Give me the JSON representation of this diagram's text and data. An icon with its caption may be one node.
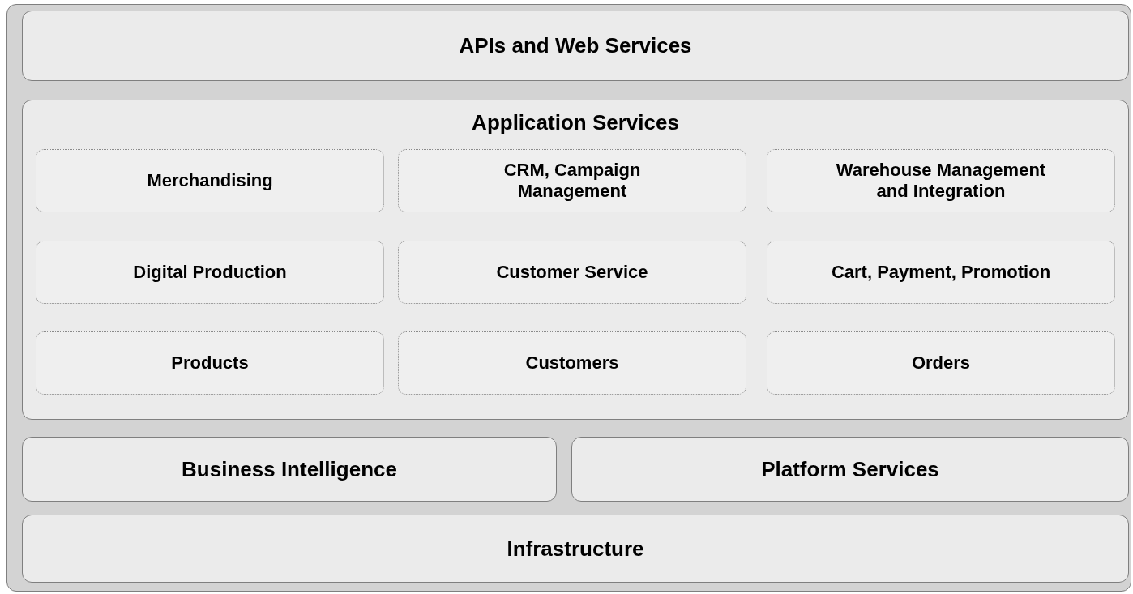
{
  "diagram": {
    "nodes": [
      {
        "text": [],
        "shape": "box"
      },
      {
        "text": [
          "APIs and Web Services"
        ],
        "in": 0
      },
      {
        "text": [
          "Application Services"
        ],
        "in": 0
      },
      {
        "text": [
          "Merchandising"
        ],
        "in": 2
      },
      {
        "text": [
          "CRM, Campaign Management"
        ],
        "in": 2
      },
      {
        "text": [
          "Warehouse Management and Integration"
        ],
        "in": 2
      },
      {
        "text": [
          "Digital Production"
        ],
        "in": 2
      },
      {
        "text": [
          "Customer Service"
        ],
        "in": 2
      },
      {
        "text": [
          "Cart, Payment, Promotion"
        ],
        "in": 2
      },
      {
        "text": [
          "Products"
        ],
        "in": 2
      },
      {
        "text": [
          "Customers"
        ],
        "in": 2
      },
      {
        "text": [
          "Orders"
        ],
        "in": 2
      },
      {
        "text": [
          "Business Intelligence"
        ],
        "in": 0
      },
      {
        "text": [
          "Platform Services"
        ],
        "in": 0
      },
      {
        "text": [
          "Infrastructure"
        ],
        "in": 0
      }
    ]
  }
}
